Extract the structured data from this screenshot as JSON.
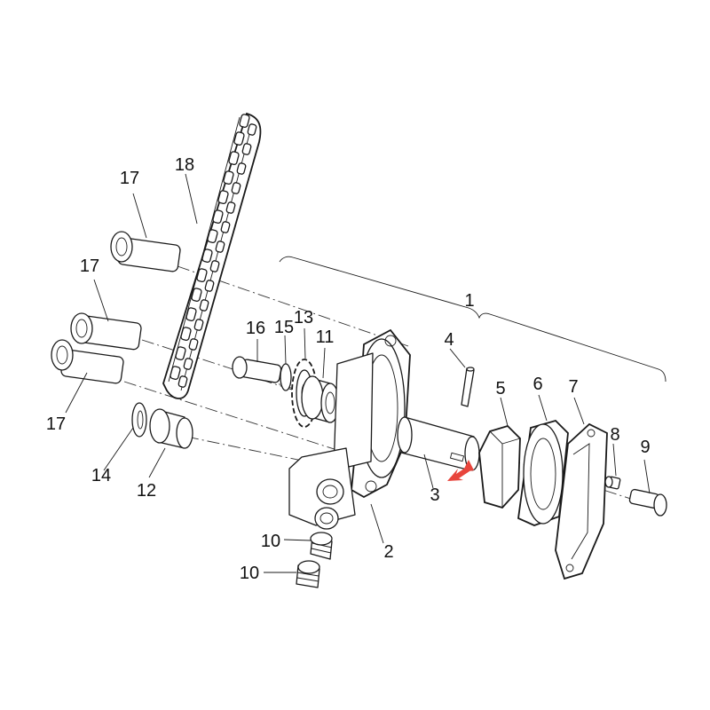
{
  "diagram": {
    "callouts": {
      "c1": "1",
      "c2": "2",
      "c3": "3",
      "c4": "4",
      "c5": "5",
      "c6": "6",
      "c7": "7",
      "c8": "8",
      "c9": "9",
      "c10a": "10",
      "c10b": "10",
      "c11": "11",
      "c12": "12",
      "c13": "13",
      "c14": "14",
      "c15": "15",
      "c16": "16",
      "c17a": "17",
      "c17b": "17",
      "c17c": "17",
      "c18": "18"
    },
    "colors": {
      "line": "#1a1a1a",
      "highlight_arrow": "#e8453c",
      "background": "#ffffff"
    }
  }
}
